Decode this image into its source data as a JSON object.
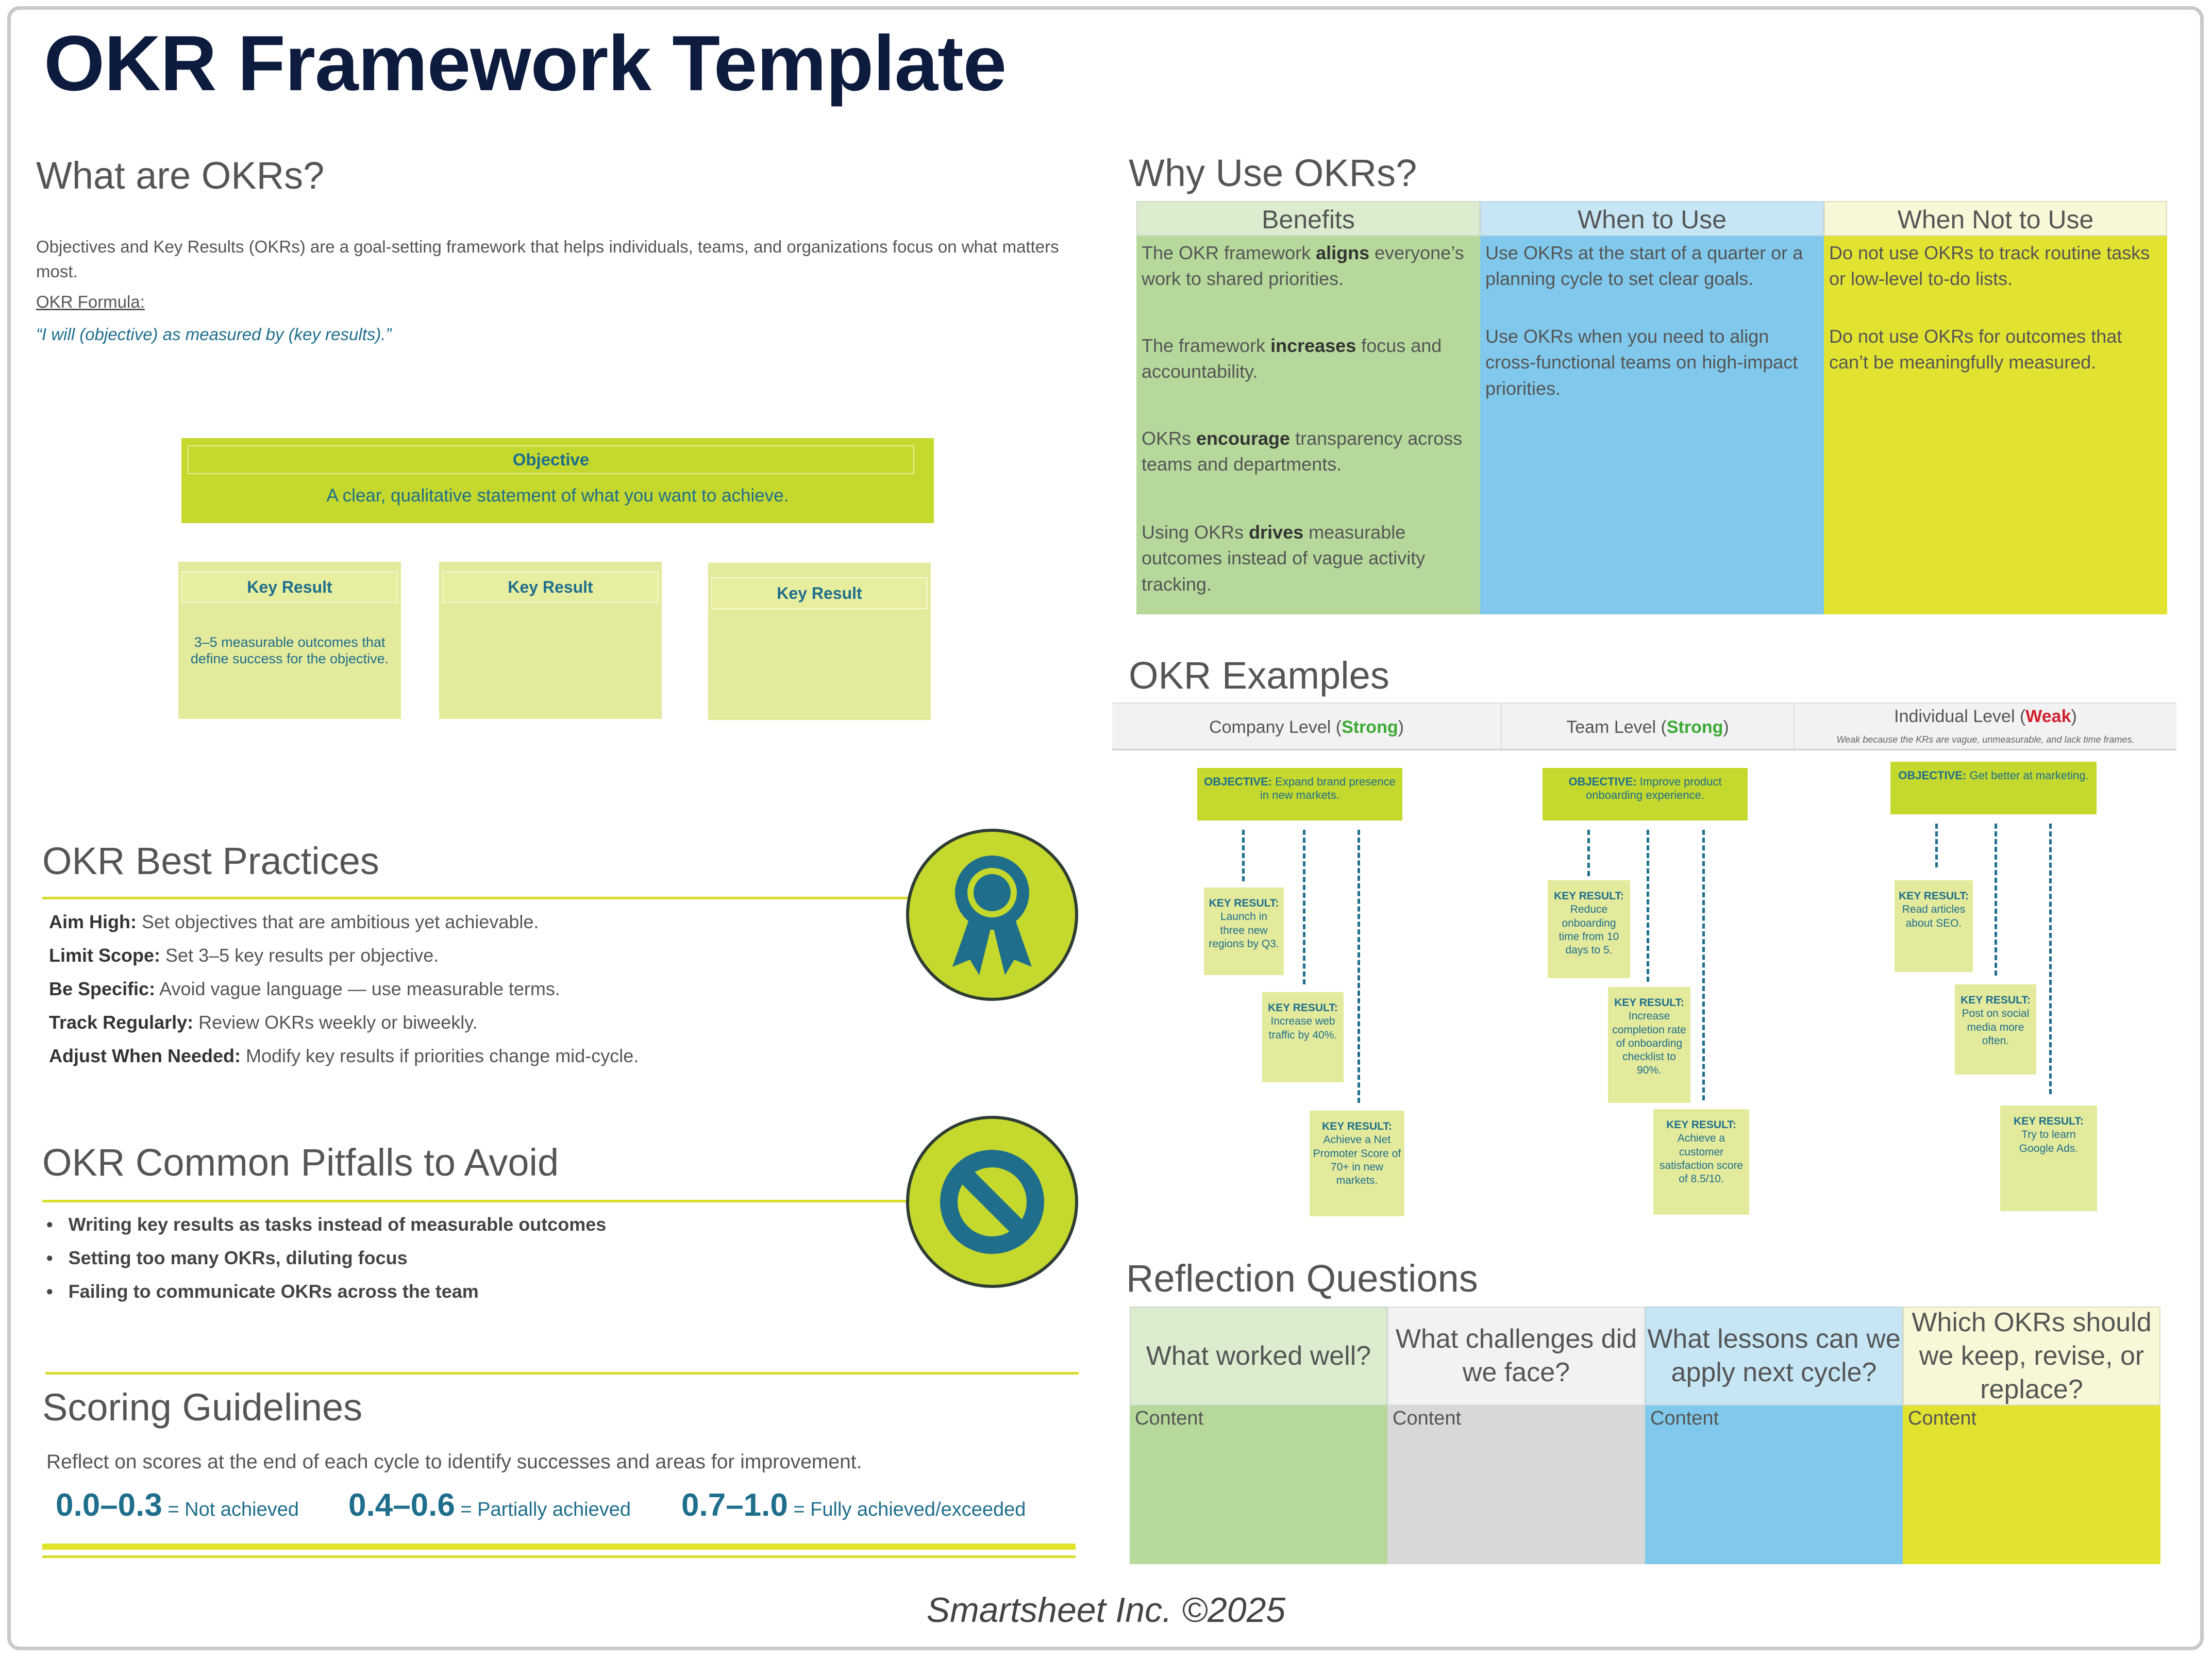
{
  "title": "OKR Framework Template",
  "what": {
    "heading": "What are OKRs?",
    "description": "Objectives and Key Results (OKRs) are a goal-setting framework that helps individuals, teams, and organizations focus on what matters most.",
    "formula_label": "OKR Formula:",
    "formula": "“I will (objective) as measured by (key results).”",
    "objective_title": "Objective",
    "objective_text": "A clear, qualitative statement of what you want to achieve.",
    "key_results": [
      {
        "title": "Key Result",
        "text": "3–5 measurable outcomes that define success for the objective."
      },
      {
        "title": "Key Result",
        "text": ""
      },
      {
        "title": "Key Result",
        "text": ""
      }
    ]
  },
  "best_practices": {
    "heading": "OKR Best Practices",
    "icon": "award-ribbon-icon",
    "items": [
      {
        "label": "Aim High:",
        "text": " Set objectives that are ambitious yet achievable."
      },
      {
        "label": "Limit Scope:",
        "text": " Set 3–5 key results per objective."
      },
      {
        "label": "Be Specific:",
        "text": " Avoid vague language — use measurable terms."
      },
      {
        "label": "Track Regularly:",
        "text": " Review OKRs weekly or biweekly."
      },
      {
        "label": "Adjust When Needed:",
        "text": " Modify key results if priorities change mid-cycle."
      }
    ]
  },
  "pitfalls": {
    "heading": "OKR Common Pitfalls to Avoid",
    "icon": "prohibited-icon",
    "items": [
      "Writing key results as tasks instead of measurable outcomes",
      "Setting too many OKRs, diluting focus",
      "Failing to communicate OKRs across the team"
    ]
  },
  "scoring": {
    "heading": "Scoring Guidelines",
    "intro": "Reflect on scores at the end of each cycle to identify successes and areas for improvement.",
    "ranges": [
      {
        "range": "0.0–0.3",
        "label": " = Not achieved"
      },
      {
        "range": "0.4–0.6",
        "label": " = Partially achieved"
      },
      {
        "range": "0.7–1.0",
        "label": " = Fully achieved/exceeded"
      }
    ]
  },
  "why": {
    "heading": "Why Use OKRs?",
    "columns": [
      "Benefits",
      "When to Use",
      "When Not to Use"
    ],
    "benefits": [
      {
        "pre": "The OKR framework ",
        "bold": "aligns",
        "post": " everyone’s work to shared priorities."
      },
      {
        "pre": "The framework ",
        "bold": "increases",
        "post": " focus and accountability."
      },
      {
        "pre": "OKRs ",
        "bold": "encourage",
        "post": " transparency across teams and departments."
      },
      {
        "pre": "Using OKRs ",
        "bold": "drives",
        "post": " measurable outcomes instead of vague activity tracking."
      }
    ],
    "when_to_use": [
      "Use OKRs at the start of a quarter or a planning cycle to set clear goals.",
      "Use OKRs when you need to align cross-functional teams on high-impact priorities."
    ],
    "when_not": [
      "Do not use OKRs to track routine tasks or low-level to-do lists.",
      "Do not use OKRs for outcomes that can’t be meaningfully measured."
    ]
  },
  "examples": {
    "heading": "OKR Examples",
    "kr_label": "KEY RESULT:",
    "obj_label": "OBJECTIVE:",
    "columns": [
      {
        "label": "Company Level (",
        "tag": "Strong",
        "close": ")",
        "objective": "Expand brand presence in new markets.",
        "key_results": [
          "Launch in three new regions by Q3.",
          "Increase web traffic by 40%.",
          "Achieve a Net Promoter Score of 70+ in new markets."
        ]
      },
      {
        "label": "Team Level (",
        "tag": "Strong",
        "close": ")",
        "objective": "Improve product onboarding experience.",
        "key_results": [
          "Reduce onboarding time from 10 days to 5.",
          "Increase completion rate of onboarding checklist to 90%.",
          "Achieve a customer satisfaction score of 8.5/10."
        ]
      },
      {
        "label": "Individual Level (",
        "tag": "Weak",
        "close": ")",
        "note": "Weak because the KRs are vague, unmeasurable, and lack time frames.",
        "objective": "Get better at marketing.",
        "key_results": [
          "Read articles about SEO.",
          "Post on social media more often.",
          "Try to learn Google Ads."
        ]
      }
    ]
  },
  "reflection": {
    "heading": "Reflection Questions",
    "questions": [
      "What worked well?",
      "What challenges did we face?",
      "What lessons can we apply next cycle?",
      "Which OKRs should we keep, revise, or replace?"
    ],
    "content": [
      "Content",
      "Content",
      "Content",
      "Content"
    ],
    "head_colors": [
      "#dbeccf",
      "#f2f2f2",
      "#c6e6f5",
      "#f8f8d8"
    ],
    "body_colors": [
      "#b6d99b",
      "#d8d8d8",
      "#80c9ec",
      "#e2e331"
    ]
  },
  "footer": "Smartsheet Inc. ©2025"
}
